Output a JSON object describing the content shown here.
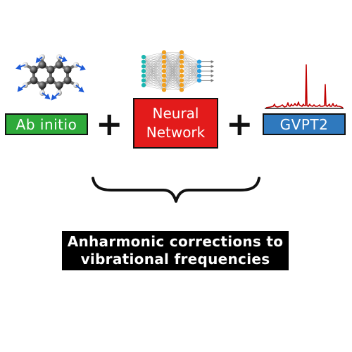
{
  "inputs": {
    "ab_initio": "Ab initio",
    "neural_network": [
      "Neural",
      "Network"
    ],
    "gvpt2": "GVPT2"
  },
  "operators": {
    "plus": "+"
  },
  "result": {
    "lines": [
      "Anharmonic corrections to",
      "vibrational frequencies"
    ]
  },
  "colors": {
    "ab_initio_box": "#2eaa3a",
    "neural_network_box": "#e31b1b",
    "gvpt2_box": "#2f79be",
    "result_box": "#000000",
    "spectrum_line": "#c00000",
    "nn_input_nodes": "#1cb6b0",
    "nn_hidden_nodes": "#f0a020",
    "nn_output_nodes": "#2aa0e0"
  },
  "icons": {
    "molecule": "molecule-icon",
    "neural_network": "neural-network-icon",
    "spectrum": "spectrum-icon",
    "brace": "curly-brace-icon"
  }
}
